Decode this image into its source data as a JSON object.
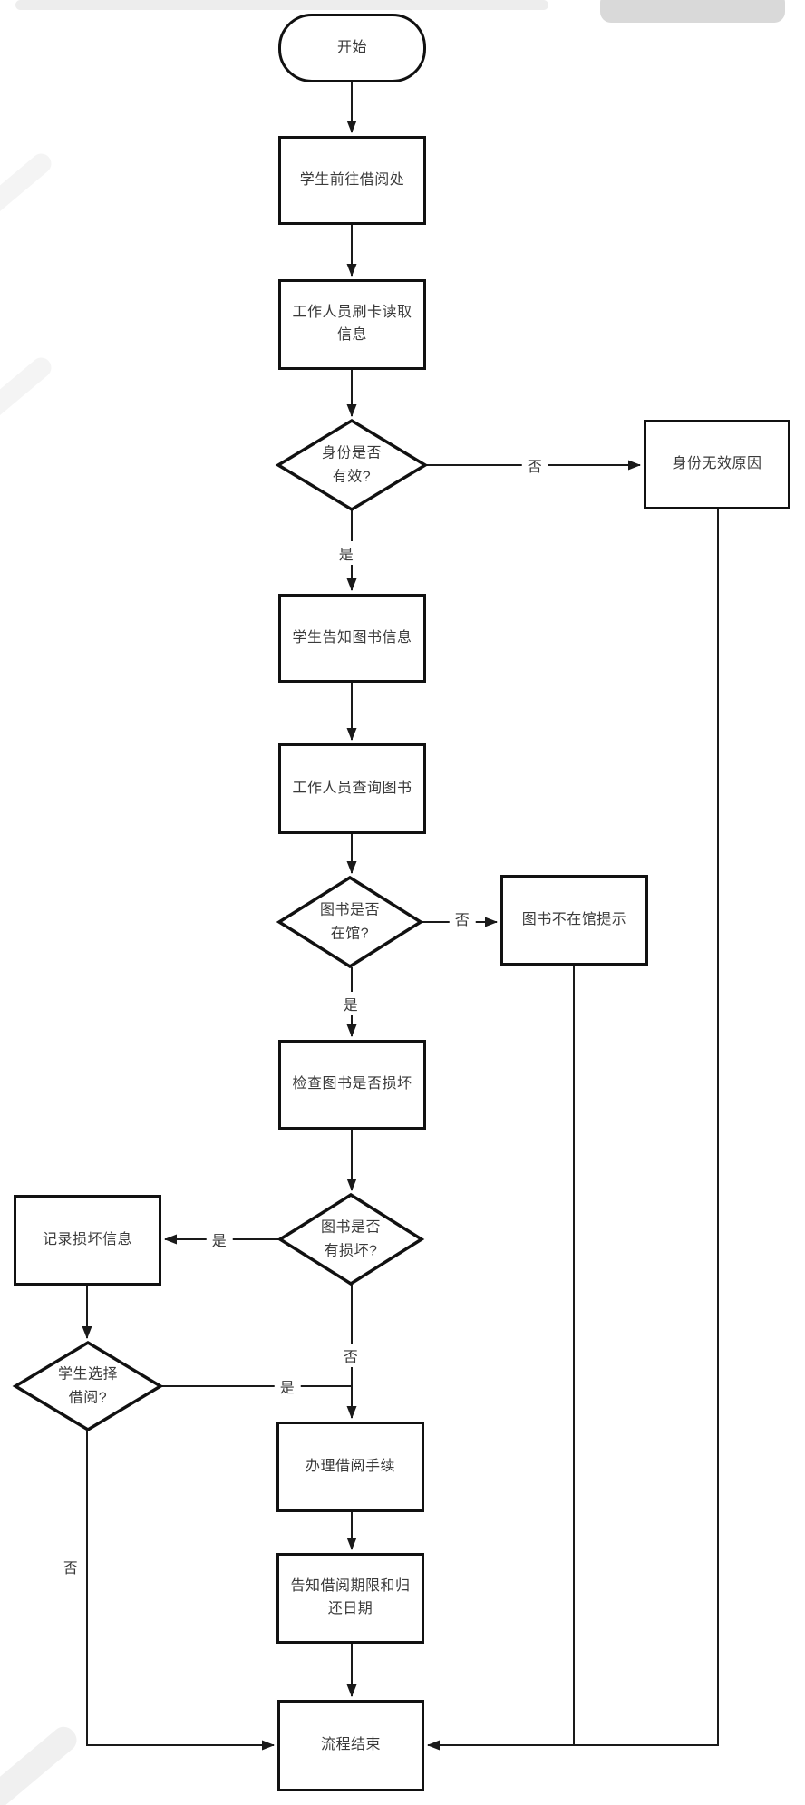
{
  "flowchart": {
    "nodes": {
      "start": {
        "label": "开始"
      },
      "goto_desk": {
        "label": "学生前往借阅处"
      },
      "swipe_card": {
        "label": "工作人员刷卡读取信息"
      },
      "identity_valid": {
        "label": "身份是否有效?"
      },
      "identity_invalid": {
        "label": "身份无效原因"
      },
      "tell_book": {
        "label": "学生告知图书信息"
      },
      "query_book": {
        "label": "工作人员查询图书"
      },
      "book_in_library": {
        "label": "图书是否在馆?"
      },
      "book_not_in_library": {
        "label": "图书不在馆提示"
      },
      "check_damage": {
        "label": "检查图书是否损坏"
      },
      "book_damaged": {
        "label": "图书是否有损坏?"
      },
      "record_damage": {
        "label": "记录损坏信息"
      },
      "choose_borrow": {
        "label": "学生选择借阅?"
      },
      "borrow_procedure": {
        "label": "办理借阅手续"
      },
      "inform_due": {
        "label": "告知借阅期限和归还日期"
      },
      "end": {
        "label": "流程结束"
      }
    },
    "edge_labels": {
      "yes": "是",
      "no": "否"
    },
    "colors": {
      "line": "#1a1a1a",
      "node_border": "#111111",
      "text": "#3a3a3a",
      "background": "#ffffff"
    }
  }
}
